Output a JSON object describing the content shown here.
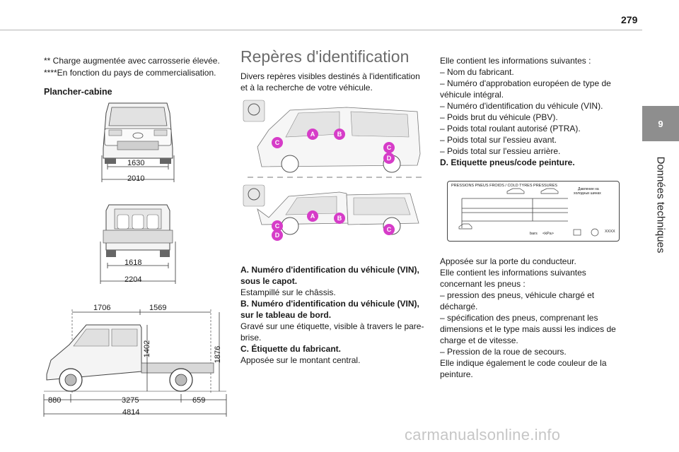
{
  "page_number": "279",
  "side_tab": {
    "chapter": "9",
    "title": "Données techniques"
  },
  "col1": {
    "note1": "** Charge augmentée avec carrosserie élevée.",
    "note2": "****En fonction du pays de commercialisation.",
    "subheading": "Plancher-cabine",
    "dims_front": {
      "inner": "1630",
      "outer": "2010"
    },
    "dims_rear": {
      "inner": "1618",
      "outer": "2204"
    },
    "dims_side": {
      "top_left": "1706",
      "top_right": "1569",
      "height_cab": "1402",
      "height_total": "1876",
      "front_overhang": "880",
      "wheelbase": "3275",
      "rear_overhang": "659",
      "length": "4814"
    }
  },
  "col2": {
    "title": "Repères d'identification",
    "intro": "Divers repères visibles destinés à l'identification et à la recherche de votre véhicule.",
    "markers": {
      "a": "A",
      "b": "B",
      "c": "C",
      "d": "D"
    },
    "a_head": "A. Numéro d'identification du véhicule (VIN), sous le capot.",
    "a_text": "Estampillé sur le châssis.",
    "b_head": "B. Numéro d'identification du véhicule (VIN), sur le tableau de bord.",
    "b_text": "Gravé sur une étiquette, visible à travers le pare-brise.",
    "c_head": "C. Étiquette du fabricant.",
    "c_text": "Apposée sur le montant central."
  },
  "col3": {
    "intro": "Elle contient les informations suivantes :",
    "items": [
      "– Nom du fabricant.",
      "– Numéro d'approbation européen de type de véhicule intégral.",
      "– Numéro d'identification du véhicule (VIN).",
      "– Poids brut du véhicule (PBV).",
      "– Poids total roulant autorisé (PTRA).",
      "– Poids total sur l'essieu avant.",
      "– Poids total sur l'essieu arrière."
    ],
    "d_head": "D. Etiquette pneus/code peinture.",
    "label_title": "PRESSIONS PNEUS FROIDS / COLD TYRES PRESSURES",
    "label_ru1": "Давление на",
    "label_ru2": "холодных шинах",
    "label_bars": "bars",
    "label_kpa": "<kPa>",
    "label_code": "XXXX",
    "after_lines": [
      "Apposée sur la porte du conducteur.",
      "Elle contient les informations suivantes concernant les pneus :",
      "– pression des pneus, véhicule chargé et déchargé.",
      "– spécification des pneus, comprenant les dimensions et le type mais aussi les indices de charge et de vitesse.",
      "– Pression de la roue de secours.",
      "Elle indique également le code couleur de la peinture."
    ]
  },
  "watermark": "carmanualsonline.info",
  "colors": {
    "marker": "#d63cc8",
    "gray_text": "#6b6b6b",
    "tab": "#8e8e8e"
  }
}
